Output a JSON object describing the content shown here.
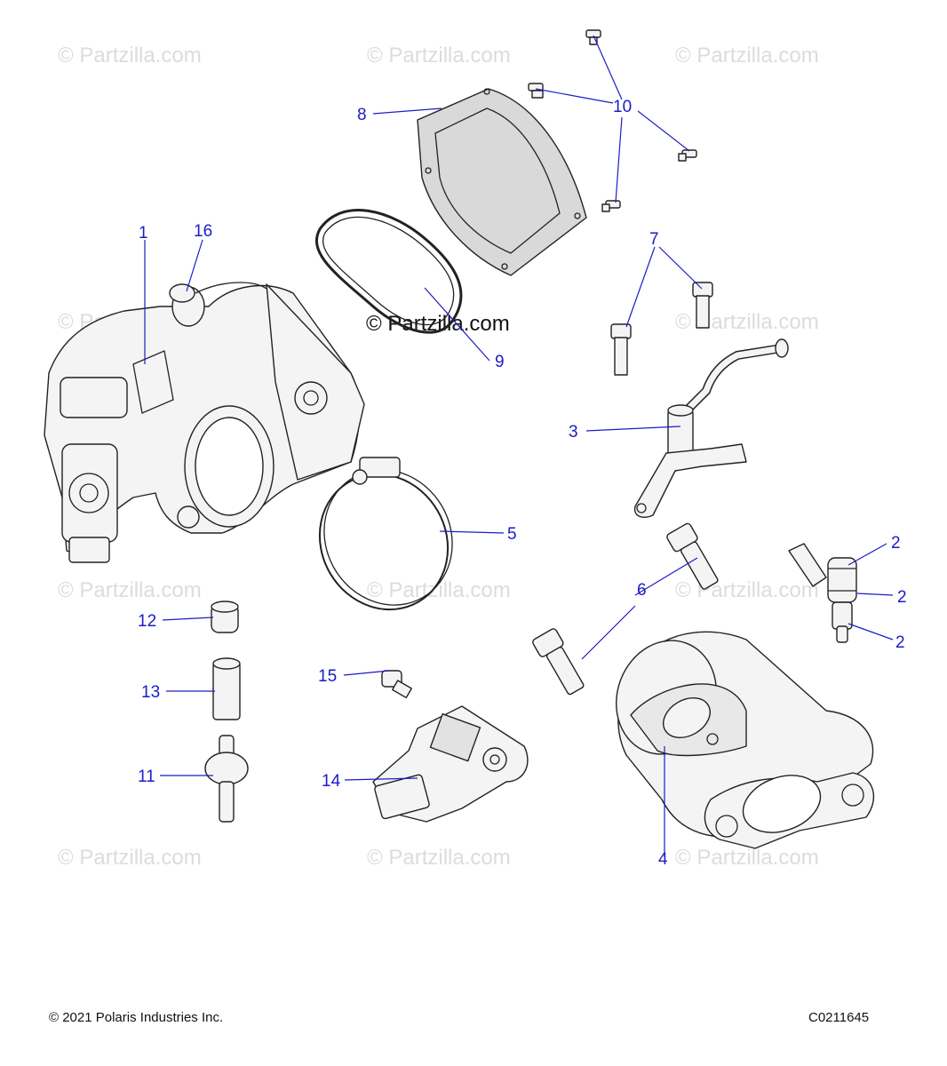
{
  "watermark": {
    "text": "© Partzilla.com",
    "center_text": "© Partzilla.com"
  },
  "callouts": {
    "c1": "1",
    "c2a": "2",
    "c2b": "2",
    "c2c": "2",
    "c3": "3",
    "c4": "4",
    "c5": "5",
    "c6": "6",
    "c7": "7",
    "c8": "8",
    "c9": "9",
    "c10": "10",
    "c11": "11",
    "c12": "12",
    "c13": "13",
    "c14": "14",
    "c15": "15",
    "c16": "16"
  },
  "footer": {
    "copyright": "© 2021 Polaris Industries Inc.",
    "drawing_code": "C0211645"
  },
  "colors": {
    "callout": "#1c1cc8",
    "watermark": "#dcdcdc",
    "line": "#222222"
  }
}
